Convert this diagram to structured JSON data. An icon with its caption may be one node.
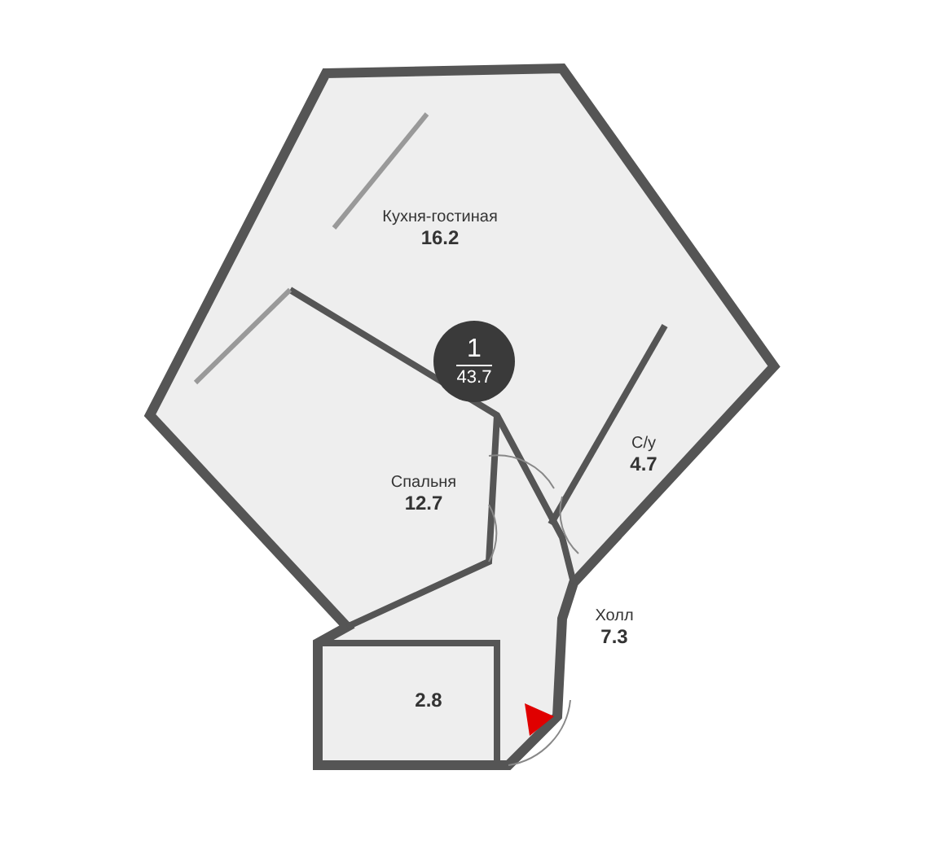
{
  "diagram": {
    "nodes": [
      {
        "text": [
          "Кухня-гостиная",
          "16.2"
        ]
      },
      {
        "text": [
          "1",
          "43.7"
        ]
      },
      {
        "text": [
          "С/у",
          "4.7"
        ]
      },
      {
        "text": [
          "Спальня",
          "12.7"
        ]
      },
      {
        "text": [
          "Холл",
          "7.3"
        ]
      },
      {
        "text": [
          "2.8"
        ]
      }
    ]
  }
}
